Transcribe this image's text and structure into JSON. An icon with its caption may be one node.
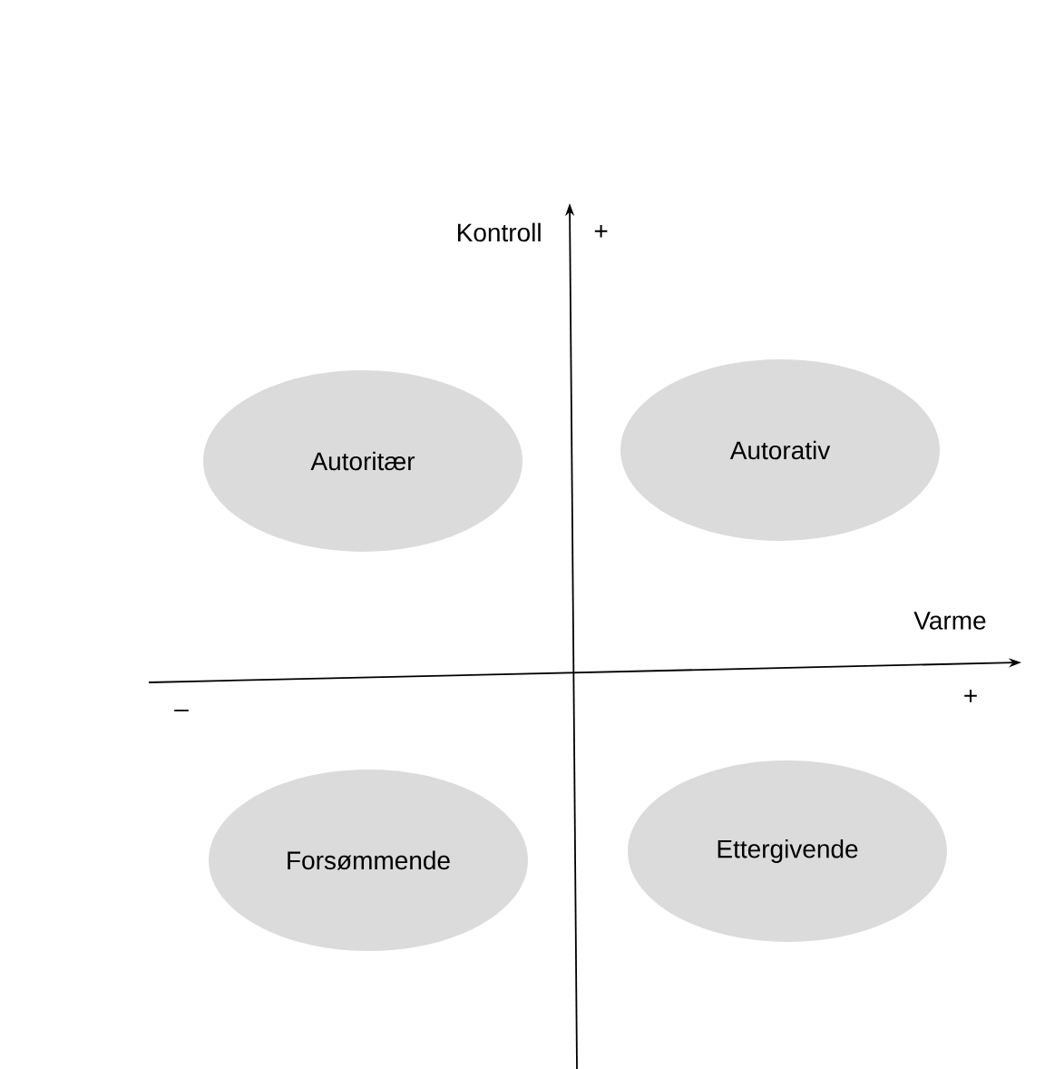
{
  "diagram": {
    "nodes": [
      {
        "text": [
          "Autoritær"
        ]
      },
      {
        "text": [
          "Autorativ"
        ]
      },
      {
        "text": [
          "Forsømmende"
        ]
      },
      {
        "text": [
          "Ettergivende"
        ]
      }
    ],
    "labels": [
      "Kontroll",
      "+",
      "Varme",
      "–",
      "+"
    ]
  }
}
